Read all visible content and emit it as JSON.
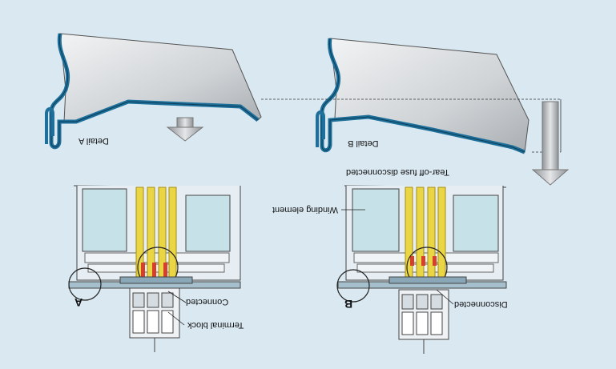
{
  "labels": {
    "detail_a": "Detail A",
    "detail_b": "Detail B",
    "tearoff": "Tear-off fuse disconnected",
    "winding": "Winding element",
    "connected": "Connected",
    "disconnected": "Disconnected",
    "terminal_block": "Terminal block",
    "marker_a": "A",
    "marker_b": "B"
  },
  "colors": {
    "background": "#d9e8f1",
    "can_blue": "#1e6f9a",
    "can_silver": "#c9ced2",
    "winding_fill": "#c6e1e8",
    "conductor_yellow": "#ead545",
    "contact_red": "#d6402a",
    "arrow_grey": "#b7babd"
  }
}
